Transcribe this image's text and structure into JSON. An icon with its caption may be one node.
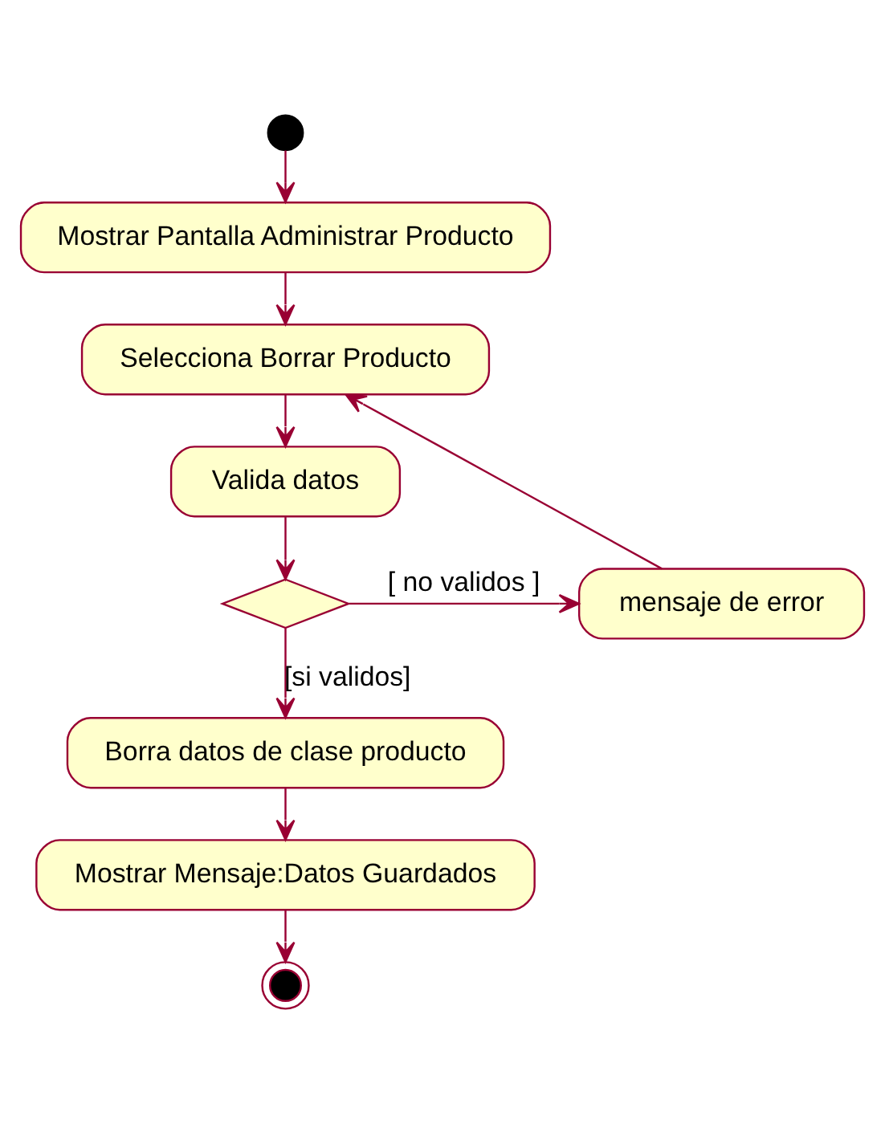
{
  "diagram": {
    "nodes": [
      {
        "text": [],
        "shape": "circle"
      },
      {
        "text": [
          "Mostrar Pantalla Administrar Producto"
        ]
      },
      {
        "text": [
          "Selecciona Borrar Producto"
        ]
      },
      {
        "text": [
          "Valida datos"
        ]
      },
      {
        "text": [],
        "shape": "diamond"
      },
      {
        "text": [
          "mensaje de error"
        ]
      },
      {
        "text": [
          "Borra datos de clase producto"
        ]
      },
      {
        "text": [
          "Mostrar Mensaje:Datos Guardados"
        ]
      },
      {
        "text": [],
        "shape": "circle"
      }
    ],
    "edges": [
      {
        "from": 0,
        "to": 1,
        "arrow": "to"
      },
      {
        "from": 1,
        "to": 2,
        "arrow": "to"
      },
      {
        "from": 2,
        "to": 3,
        "arrow": "to"
      },
      {
        "from": 3,
        "to": 4,
        "arrow": "to"
      },
      {
        "from": 4,
        "to": 5,
        "arrow": "to",
        "label": "[ no validos ]"
      },
      {
        "from": 5,
        "to": 2,
        "arrow": "to"
      },
      {
        "from": 4,
        "to": 6,
        "arrow": "to",
        "label": "[si validos]"
      },
      {
        "from": 6,
        "to": 7,
        "arrow": "to"
      },
      {
        "from": 7,
        "to": 8,
        "arrow": "to"
      }
    ]
  }
}
